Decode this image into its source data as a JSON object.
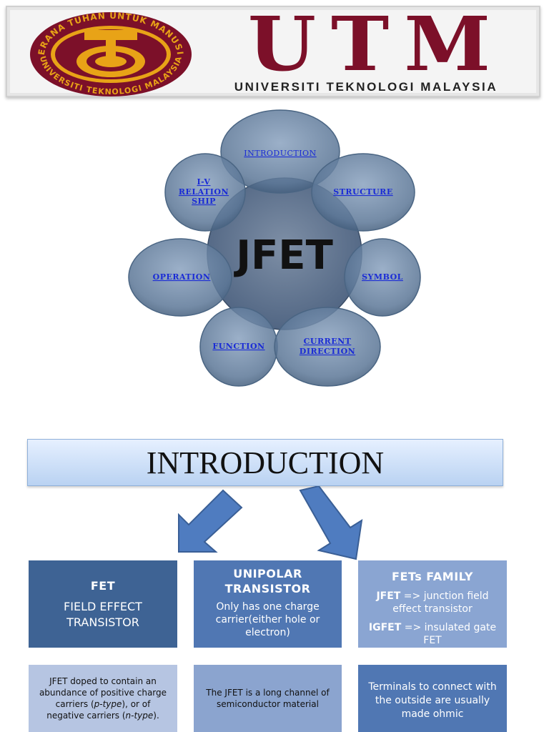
{
  "header": {
    "seal_top_text": "KERANA TUHAN UNTUK MANUSIA",
    "seal_bottom_text": "UNIVERSITI TEKNOLOGI MALAYSIA",
    "logo_word": "UTM",
    "logo_subtitle": "UNIVERSITI TEKNOLOGI MALAYSIA",
    "brand_color": "#7c1029",
    "seal_gold": "#e8a317"
  },
  "mindmap": {
    "center": "JFET",
    "nodes": {
      "introduction": "INTRODUCTION",
      "structure": "STRUCTURE",
      "iv_line1": "I-V",
      "iv_line2": "RELATION",
      "iv_line3": "SHIP",
      "symbol": "SYMBOL",
      "operation": "OPERATION",
      "function": "FUNCTION",
      "current_line1": "CURRENT",
      "current_line2": "DIRECTION"
    }
  },
  "intro": {
    "title": "INTRODUCTION"
  },
  "boxes": {
    "fet": {
      "title": "FET",
      "line1": "FIELD EFFECT",
      "line2": "TRANSISTOR"
    },
    "unipolar": {
      "title_line1": "UNIPOLAR",
      "title_line2": "TRANSISTOR",
      "body": "Only has one charge carrier(either hole or electron)"
    },
    "family": {
      "title": "FETs FAMILY",
      "jfet_label": "JFET",
      "jfet_text": " => junction field effect transistor",
      "igfet_label": "IGFET",
      "igfet_text": " => insulated gate FET"
    },
    "doped": {
      "part1": "JFET doped to contain an abundance of positive charge carriers (",
      "ptype": "p-type",
      "part2": "), or of negative carriers (",
      "ntype": "n-type",
      "part3": ")."
    },
    "channel": {
      "text": "The JFET is a long channel of semiconductor material"
    },
    "terminals": {
      "text": "Terminals to connect with the outside are usually made ohmic"
    }
  }
}
